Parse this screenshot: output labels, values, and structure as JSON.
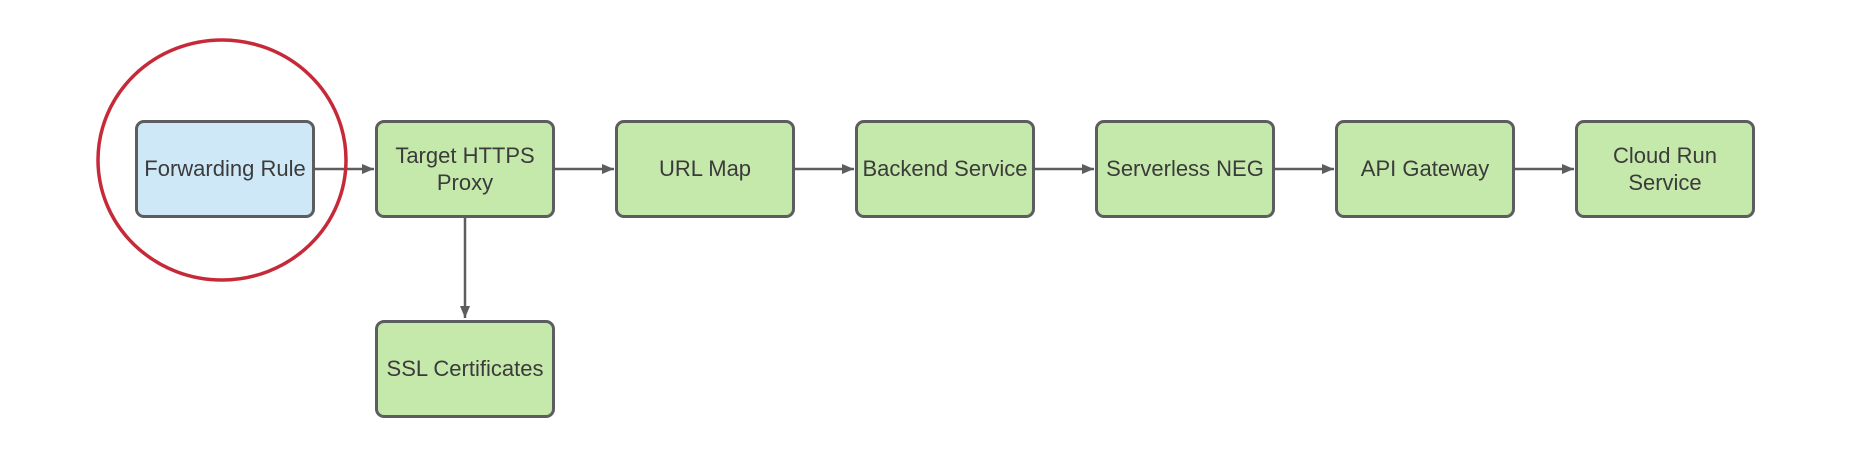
{
  "nodes": [
    {
      "id": "forwarding-rule",
      "label": "Forwarding Rule",
      "fill": "blue",
      "highlighted": true
    },
    {
      "id": "target-https-proxy",
      "label": "Target HTTPS Proxy",
      "fill": "green",
      "highlighted": false
    },
    {
      "id": "url-map",
      "label": "URL Map",
      "fill": "green",
      "highlighted": false
    },
    {
      "id": "backend-service",
      "label": "Backend Service",
      "fill": "green",
      "highlighted": false
    },
    {
      "id": "serverless-neg",
      "label": "Serverless NEG",
      "fill": "green",
      "highlighted": false
    },
    {
      "id": "api-gateway",
      "label": "API Gateway",
      "fill": "green",
      "highlighted": false
    },
    {
      "id": "cloud-run-service",
      "label": "Cloud Run Service",
      "fill": "green",
      "highlighted": false
    },
    {
      "id": "ssl-certificates",
      "label": "SSL Certificates",
      "fill": "green",
      "highlighted": false
    }
  ],
  "edges": [
    {
      "from": "forwarding-rule",
      "to": "target-https-proxy",
      "direction": "right"
    },
    {
      "from": "target-https-proxy",
      "to": "url-map",
      "direction": "right"
    },
    {
      "from": "url-map",
      "to": "backend-service",
      "direction": "right"
    },
    {
      "from": "backend-service",
      "to": "serverless-neg",
      "direction": "right"
    },
    {
      "from": "serverless-neg",
      "to": "api-gateway",
      "direction": "right"
    },
    {
      "from": "api-gateway",
      "to": "cloud-run-service",
      "direction": "right"
    },
    {
      "from": "target-https-proxy",
      "to": "ssl-certificates",
      "direction": "down"
    }
  ],
  "colors": {
    "node_green_fill": "#c5e8ab",
    "node_blue_fill": "#cfe8f7",
    "node_border": "#5b5d5f",
    "arrow": "#5b5d5f",
    "highlight_circle": "#c62a39",
    "text": "#3b3b3b",
    "background": "#ffffff"
  }
}
